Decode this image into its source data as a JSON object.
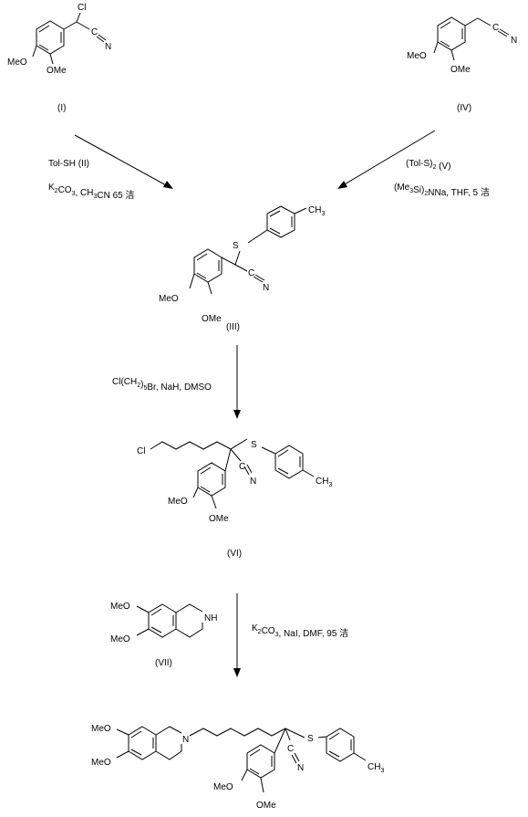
{
  "compounds": {
    "I": {
      "label": "(I)",
      "atoms": {
        "cl": "Cl",
        "c": "C",
        "n": "N",
        "ome4": "MeO",
        "ome3": "OMe"
      }
    },
    "IV": {
      "label": "(IV)",
      "atoms": {
        "c": "C",
        "n": "N",
        "ome4": "MeO",
        "ome3": "OMe"
      }
    },
    "III": {
      "label": "(III)",
      "atoms": {
        "s": "S",
        "ch3": "CH3",
        "c": "C",
        "n": "N",
        "ome4": "MeO",
        "ome3": "OMe"
      }
    },
    "VI": {
      "label": "(VI)",
      "atoms": {
        "cl": "Cl",
        "s": "S",
        "c": "C",
        "n": "N",
        "ch3": "CH3",
        "ome4": "MeO",
        "ome3": "OMe"
      }
    },
    "VII": {
      "label": "(VII)",
      "atoms": {
        "meo6": "MeO",
        "meo7": "MeO",
        "nh": "NH"
      }
    },
    "VIII": {
      "label": "",
      "atoms": {
        "meo6": "MeO",
        "meo7": "MeO",
        "n": "N",
        "s": "S",
        "c": "C",
        "n2": "N",
        "ch3": "CH3",
        "ome4": "MeO",
        "ome3": "OMe"
      }
    }
  },
  "reactions": {
    "step1": {
      "line1": "Tol-SH  (II)",
      "line2": "K2CO3, CH3CN 65 洁"
    },
    "step2": {
      "line1": "(Tol-S)2 (V)",
      "line2": "(Me3Si)2NNa, THF, 5 洁"
    },
    "step3": {
      "line1": "Cl(CH2)5Br, NaH, DMSO"
    },
    "step4": {
      "line1": "K2CO3, NaI, DMF, 95 洁"
    }
  }
}
